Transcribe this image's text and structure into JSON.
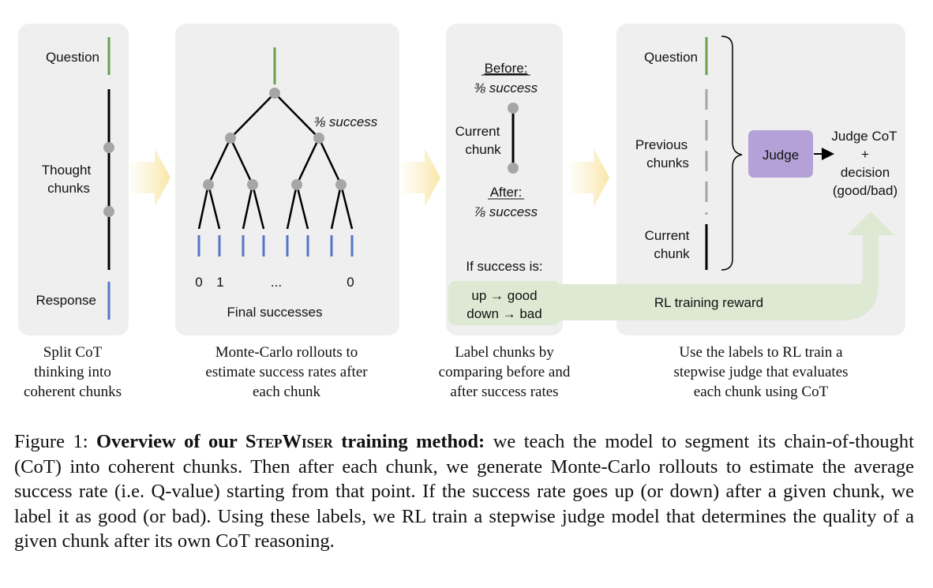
{
  "panel1": {
    "question": "Question",
    "thought_line1": "Thought",
    "thought_line2": "chunks",
    "response": "Response",
    "caption_lines": [
      "Split CoT",
      "thinking into",
      "coherent chunks"
    ]
  },
  "panel2": {
    "success_label": "⅜ success",
    "leaf_label_a": "0",
    "leaf_label_b": "1",
    "leaf_label_ellipsis": "...",
    "leaf_label_last": "0",
    "final_successes": "Final successes",
    "caption_lines": [
      "Monte-Carlo rollouts to",
      "estimate success rates after",
      "each chunk"
    ]
  },
  "panel3": {
    "before_heading": "Before:",
    "before_value": "⅜ success",
    "current_line1": "Current",
    "current_line2": "chunk",
    "after_heading": "After:",
    "after_value": "⅞ success",
    "if_success": "If success is:",
    "rule_up": "up → good",
    "rule_down": "down → bad",
    "caption_lines": [
      "Label chunks by",
      "comparing before and",
      "after success rates"
    ]
  },
  "panel4": {
    "question": "Question",
    "previous_line1": "Previous",
    "previous_line2": "chunks",
    "current_line1": "Current",
    "current_line2": "chunk",
    "judge": "Judge",
    "output_line1": "Judge CoT",
    "output_line2": "+",
    "output_line3": "decision",
    "output_line4": "(good/bad)",
    "reward_label": "RL training reward",
    "caption_lines": [
      "Use the labels to RL train a",
      "stepwise judge that evaluates",
      "each chunk using CoT"
    ]
  },
  "caption": {
    "prefix": "Figure 1: ",
    "bold_part1": "Overview of our ",
    "method_name": "StepWiser",
    "bold_part2": " training method:",
    "body": " we teach the model to segment its chain-of-thought (CoT) into coherent chunks. Then after each chunk, we generate Monte-Carlo rollouts to estimate the average success rate (i.e. Q-value) starting from that point. If the success rate goes up (or down) after a given chunk, we label it as good (or bad). Using these labels, we RL train a stepwise judge model that determines the quality of a given chunk after its own CoT reasoning."
  },
  "colors": {
    "panel_bg": "#efefef",
    "question_green": "#6e9e4c",
    "response_blue": "#5575c9",
    "node_gray": "#a6a6a6",
    "judge_purple": "#b3a1d8",
    "reward_green": "#dde9d3",
    "arrow_yellow": "#fbefc6"
  }
}
